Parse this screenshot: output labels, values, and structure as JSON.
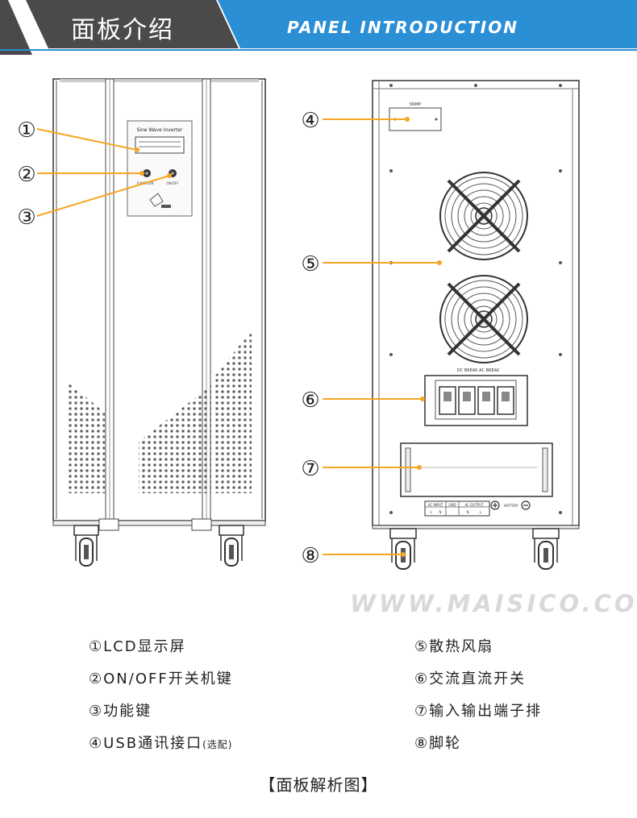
{
  "header": {
    "title_cn": "面板介绍",
    "title_en": "PANEL INTRODUCTION",
    "colors": {
      "dark": "#4a4a4a",
      "blue": "#2b8fd6"
    }
  },
  "front_panel": {
    "lcd_label": "Sine Wave Inverter",
    "switch_left_label": "FUNCTION",
    "switch_right_label": "ON/OFF"
  },
  "back_panel": {
    "usb_label": "SNMP",
    "breaker_label": "DC BREAK  AC BREAK",
    "terminal_headers": [
      "AC INPUT",
      "GND",
      "AC OUTPUT"
    ],
    "terminal_pins": [
      "L",
      "N",
      "",
      "N",
      "L"
    ],
    "battery_label": "BATTERY"
  },
  "callouts": [
    "①",
    "②",
    "③",
    "④",
    "⑤",
    "⑥",
    "⑦",
    "⑧"
  ],
  "callout_color": "#f5a623",
  "watermark": "WWW.MAISICO.COM",
  "legend": {
    "left": [
      {
        "num": "①",
        "text": "LCD显示屏",
        "note": ""
      },
      {
        "num": "②",
        "text": "ON/OFF开关机键",
        "note": ""
      },
      {
        "num": "③",
        "text": "功能键",
        "note": ""
      },
      {
        "num": "④",
        "text": "USB通讯接口",
        "note": "(选配)"
      }
    ],
    "right": [
      {
        "num": "⑤",
        "text": "散热风扇"
      },
      {
        "num": "⑥",
        "text": "交流直流开关"
      },
      {
        "num": "⑦",
        "text": "输入输出端子排"
      },
      {
        "num": "⑧",
        "text": "脚轮"
      }
    ]
  },
  "caption": "【面板解析图】"
}
